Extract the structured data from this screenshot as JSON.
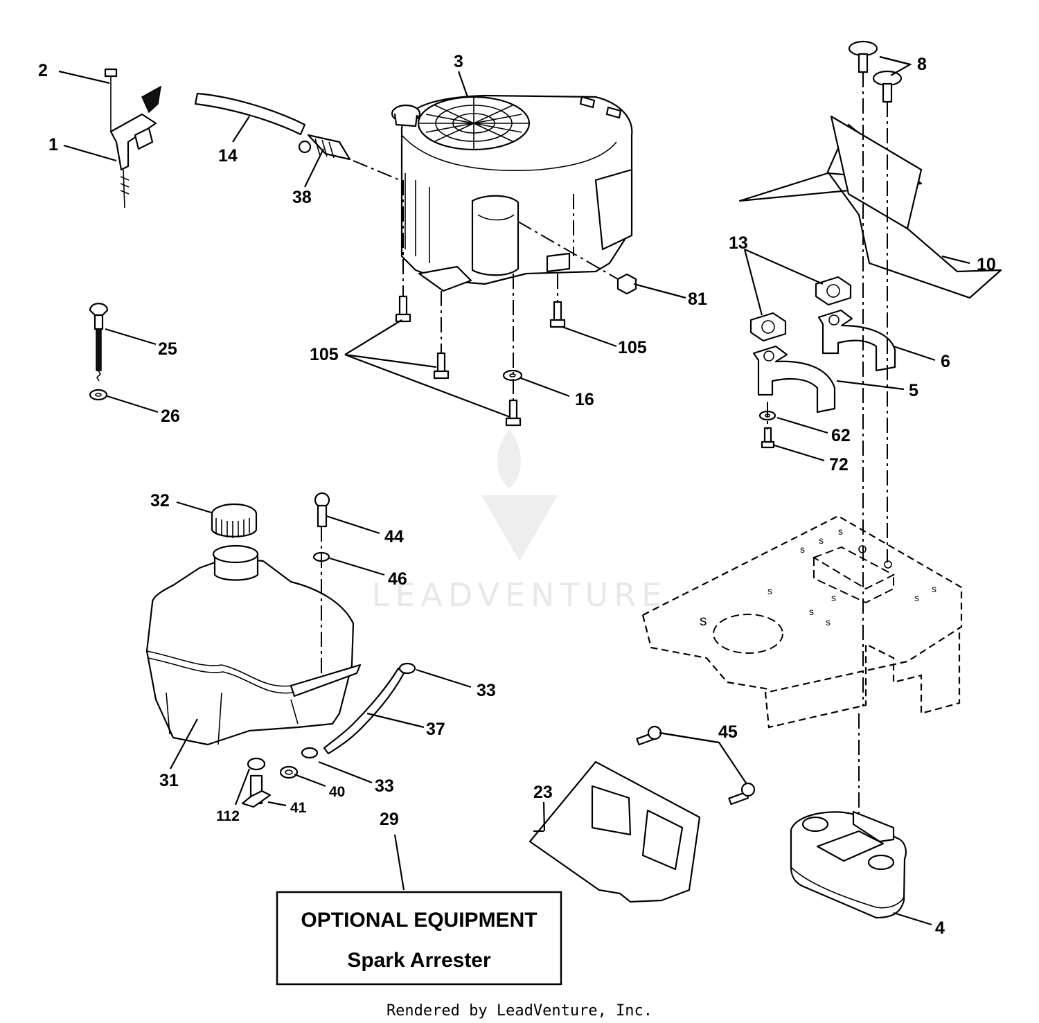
{
  "callouts": {
    "c1": "1",
    "c2": "2",
    "c3": "3",
    "c4": "4",
    "c5": "5",
    "c6": "6",
    "c8": "8",
    "c10": "10",
    "c13": "13",
    "c14": "14",
    "c16": "16",
    "c23": "23",
    "c25": "25",
    "c26": "26",
    "c29": "29",
    "c31": "31",
    "c32": "32",
    "c33a": "33",
    "c33b": "33",
    "c37": "37",
    "c38": "38",
    "c40": "40",
    "c41": "41",
    "c44": "44",
    "c45": "45",
    "c46": "46",
    "c62": "62",
    "c72": "72",
    "c81": "81",
    "c105a": "105",
    "c105b": "105",
    "c112": "112"
  },
  "optional_box": {
    "title": "OPTIONAL EQUIPMENT",
    "subtitle": "Spark Arrester"
  },
  "watermark": {
    "text": "LEADVENTURE"
  },
  "footer": {
    "credit": "Rendered by LeadVenture, Inc."
  }
}
